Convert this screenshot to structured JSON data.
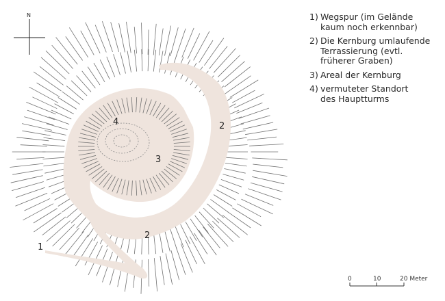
{
  "north_label": "N",
  "legend": [
    {
      "num": "1)",
      "text": "Wegspur (im Gelände\nkaum noch erkennbar)"
    },
    {
      "num": "2)",
      "text": "Die Kernburg umlaufende\nTerrassierung (evtl.\nfrüherer Graben)"
    },
    {
      "num": "3)",
      "text": "Areal der Kernburg"
    },
    {
      "num": "4)",
      "text": "vermuteter Standort\ndes Hauptturms"
    }
  ],
  "map_labels": {
    "path_1": "1",
    "terrace_2_east": "2",
    "terrace_2_south": "2",
    "core_3": "3",
    "tower_4": "4"
  },
  "scale": {
    "ticks": [
      "0",
      "10",
      "20 Meter"
    ]
  },
  "colors": {
    "terrace_fill": "#efe4dd",
    "hachure": "#6b6b6b",
    "text": "#222222"
  }
}
